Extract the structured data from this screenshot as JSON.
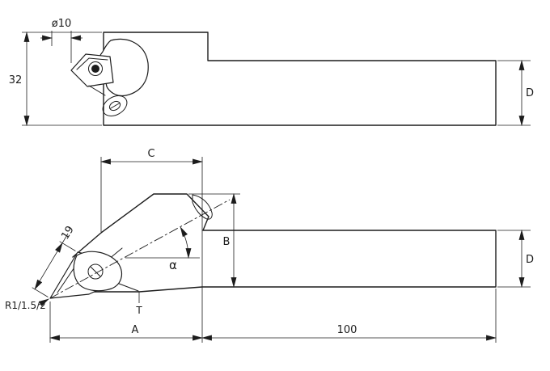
{
  "palette": {
    "background": "#ffffff",
    "ink": "#1c1c1c"
  },
  "top_view": {
    "labels": {
      "diameter": "ø10",
      "height": "32",
      "shank_d": "D"
    }
  },
  "bottom_view": {
    "labels": {
      "c": "C",
      "b": "B",
      "edge": "19",
      "angle": "α",
      "radius": "R1/1.5/2",
      "datum": "T",
      "a": "A",
      "length": "100",
      "shank_d": "D"
    }
  }
}
